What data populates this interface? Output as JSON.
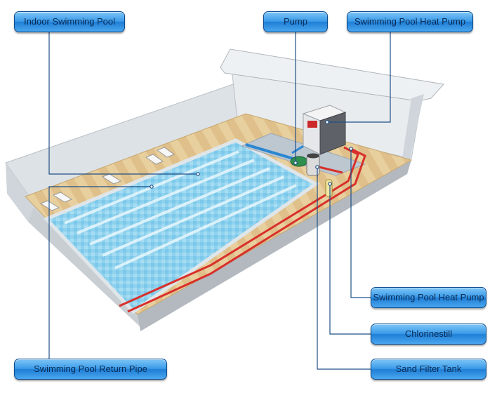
{
  "labels": {
    "indoor_pool": "Indoor Swimming Pool",
    "pump": "Pump",
    "heat_pump_top": "Swimming Pool Heat Pump",
    "heat_pump_right": "Swimming Pool Heat Pump",
    "chlorinestill": "Chlorinestill",
    "sand_filter": "Sand Filter Tank",
    "return_pipe": "Swimming Pool Return Pipe"
  },
  "colors": {
    "callout_fill": "#3a9ae8",
    "callout_border": "#0b4c8f",
    "pool_water": "#8fd2ee",
    "deck_wood": "#e6cc9a",
    "pipe_red": "#d8302b",
    "pipe_blue": "#2a86d1",
    "leader_line": "#1f4f86"
  }
}
